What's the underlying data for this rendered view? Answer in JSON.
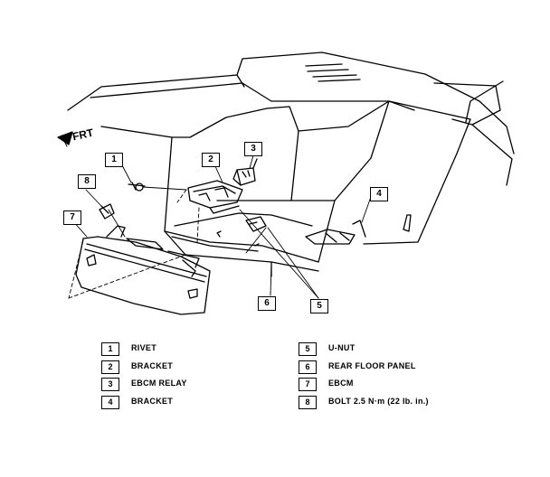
{
  "direction_label": "FRT",
  "callouts": [
    "1",
    "2",
    "3",
    "4",
    "5",
    "6",
    "7",
    "8"
  ],
  "legend": [
    {
      "num": "1",
      "label": "RIVET"
    },
    {
      "num": "2",
      "label": "BRACKET"
    },
    {
      "num": "3",
      "label": "EBCM RELAY"
    },
    {
      "num": "4",
      "label": "BRACKET"
    },
    {
      "num": "5",
      "label": "U-NUT"
    },
    {
      "num": "6",
      "label": "REAR FLOOR PANEL"
    },
    {
      "num": "7",
      "label": "EBCM"
    },
    {
      "num": "8",
      "label": "BOLT 2.5 N·m (22 lb. in.)"
    }
  ]
}
